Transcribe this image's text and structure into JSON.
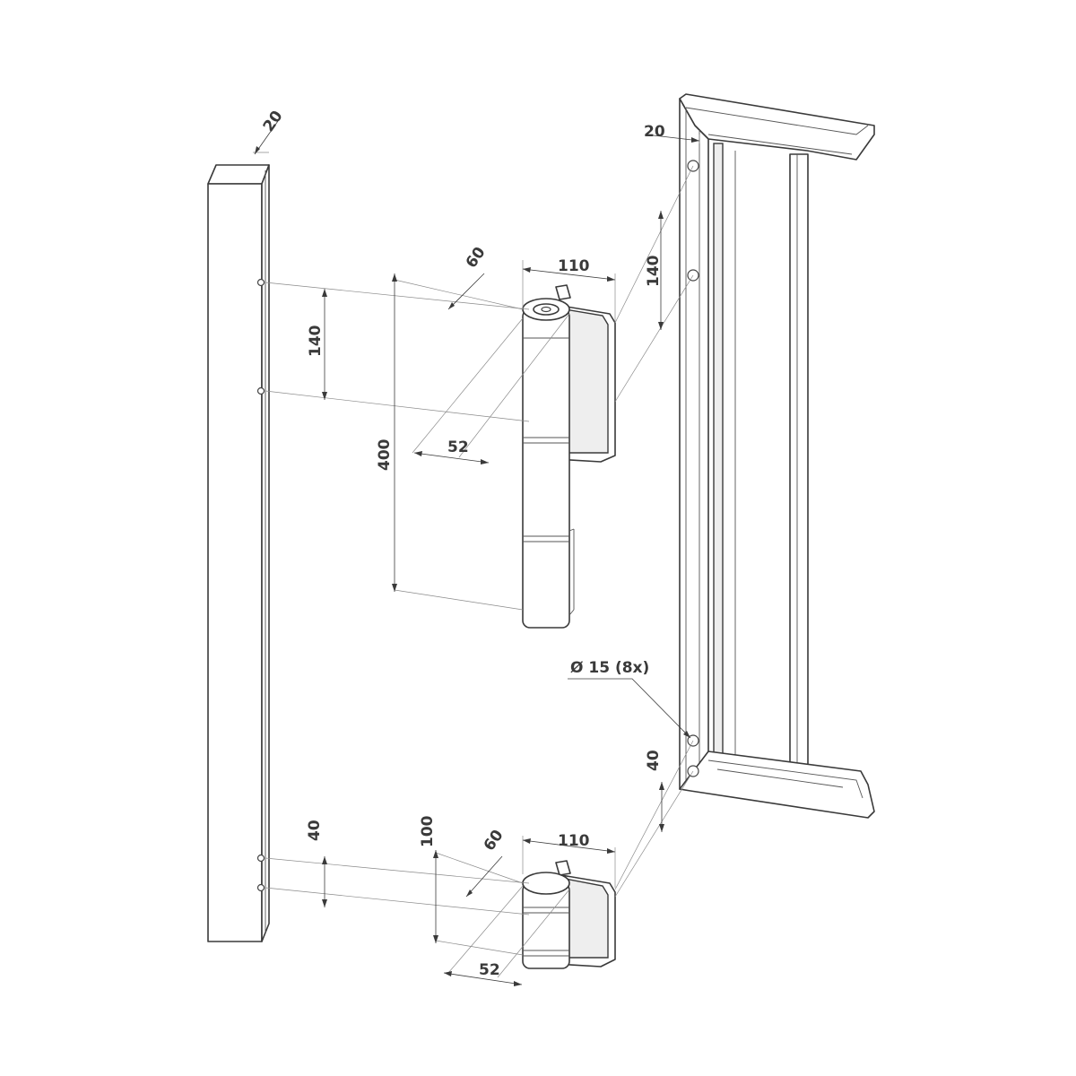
{
  "dimensions": {
    "post_width": "20",
    "frame_width": "20",
    "upper_hole_spacing_post": "140",
    "upper_hole_spacing_frame": "140",
    "hinge_length": "400",
    "upper_depth": "60",
    "upper_width": "110",
    "upper_offset": "52",
    "lower_depth": "60",
    "lower_width": "110",
    "lower_offset": "52",
    "lower_hole_spacing_post": "40",
    "lower_hole_spacing_frame": "40",
    "lower_height": "100",
    "hole_callout": "Ø 15 (8x)"
  }
}
